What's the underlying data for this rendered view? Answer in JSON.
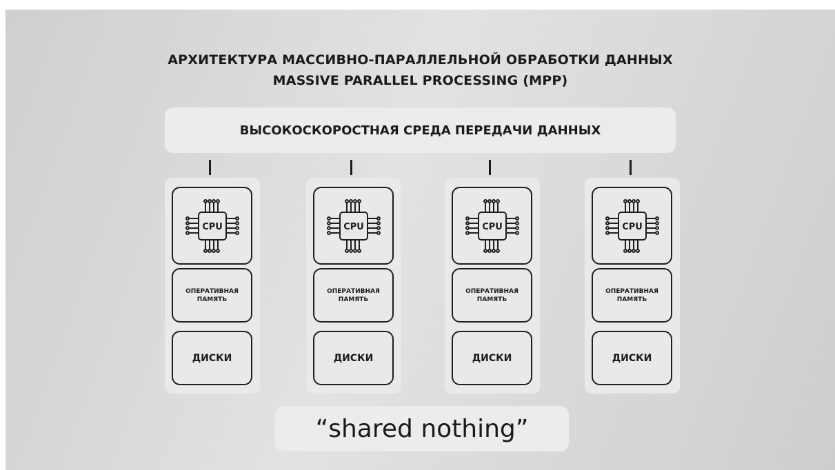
{
  "title": {
    "line1": "АРХИТЕКТУРА МАССИВНО-ПАРАЛЛЕЛЬНОЙ ОБРАБОТКИ ДАННЫХ",
    "line2": "MASSIVE PARALLEL PROCESSING (MPP)"
  },
  "interconnect": {
    "label": "ВЫСОКОСКОРОСТНАЯ СРЕДА ПЕРЕДАЧИ ДАННЫХ"
  },
  "nodes": [
    {
      "cpu": {
        "icon": "cpu-chip-icon",
        "label": "CPU"
      },
      "ram": {
        "line1": "ОПЕРАТИВНАЯ",
        "line2": "ПАМЯТЬ"
      },
      "disk": {
        "label": "ДИСКИ"
      }
    },
    {
      "cpu": {
        "icon": "cpu-chip-icon",
        "label": "CPU"
      },
      "ram": {
        "line1": "ОПЕРАТИВНАЯ",
        "line2": "ПАМЯТЬ"
      },
      "disk": {
        "label": "ДИСКИ"
      }
    },
    {
      "cpu": {
        "icon": "cpu-chip-icon",
        "label": "CPU"
      },
      "ram": {
        "line1": "ОПЕРАТИВНАЯ",
        "line2": "ПАМЯТЬ"
      },
      "disk": {
        "label": "ДИСКИ"
      }
    },
    {
      "cpu": {
        "icon": "cpu-chip-icon",
        "label": "CPU"
      },
      "ram": {
        "line1": "ОПЕРАТИВНАЯ",
        "line2": "ПАМЯТЬ"
      },
      "disk": {
        "label": "ДИСКИ"
      }
    }
  ],
  "footer": {
    "label": "“shared nothing”"
  },
  "colors": {
    "background": "#d9d9d9",
    "panel": "#ececec",
    "stroke": "#1e1e1e"
  }
}
